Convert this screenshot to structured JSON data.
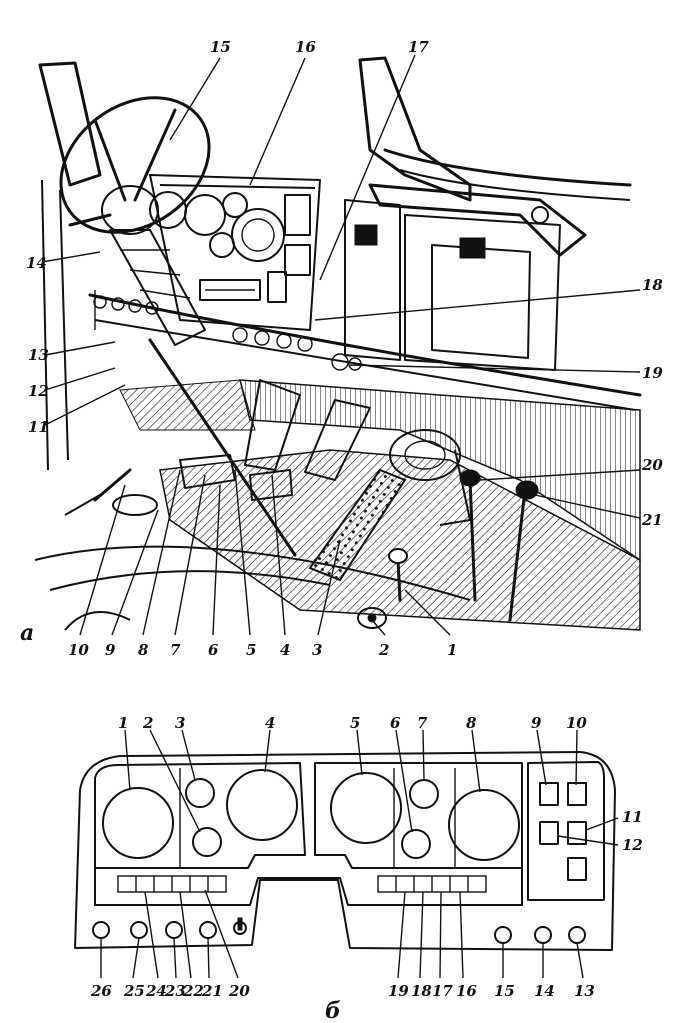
{
  "figure": {
    "panel_a": "а",
    "panel_b": "б",
    "a_labels": [
      "1",
      "2",
      "3",
      "4",
      "5",
      "6",
      "7",
      "8",
      "9",
      "10",
      "11",
      "12",
      "13",
      "14",
      "15",
      "16",
      "17",
      "18",
      "19",
      "20",
      "21"
    ],
    "b_labels": [
      "1",
      "2",
      "3",
      "4",
      "5",
      "6",
      "7",
      "8",
      "9",
      "10",
      "11",
      "12",
      "13",
      "14",
      "15",
      "16",
      "17",
      "18",
      "19",
      "20",
      "21",
      "22",
      "23",
      "24",
      "25",
      "26"
    ]
  }
}
